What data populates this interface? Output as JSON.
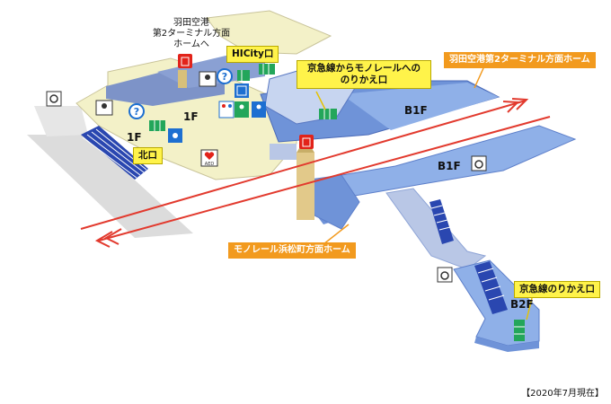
{
  "callouts": {
    "haneda_terminal2_note": [
      "羽田空港",
      "第2ターミナル方面",
      "ホームへ"
    ],
    "hicity_exit": "HICity口",
    "keikyu_transfer": [
      "京急線からモノレールへの",
      "のりかえ口"
    ],
    "haneda_t2_platform": "羽田空港第2ターミナル方面ホーム",
    "north_exit": "北口",
    "hamamatsucho_platform": "モノレール浜松町方面ホーム",
    "keikyu_transfer_b2f": "京急線のりかえ口"
  },
  "floors": {
    "f1_left": "1F",
    "f1_right": "1F",
    "b1f_top": "B1F",
    "b1f_mid": "B1F",
    "b2f": "B2F"
  },
  "icons": {
    "aed_label": "AED"
  },
  "date_note": "【2020年7月現在】",
  "colors": {
    "floor_1f": "#f3f1c8",
    "floor_b1": "#6f93d8",
    "platform": "#8fb0e8",
    "stair": "#2a47b0",
    "rail_arrow": "#e23a2e",
    "callout_yellow": "#fff34a",
    "callout_orange": "#f29a1e",
    "elevator_red": "#e2231a",
    "ticket_green": "#23a65a",
    "info_blue": "#1d6fd1"
  }
}
